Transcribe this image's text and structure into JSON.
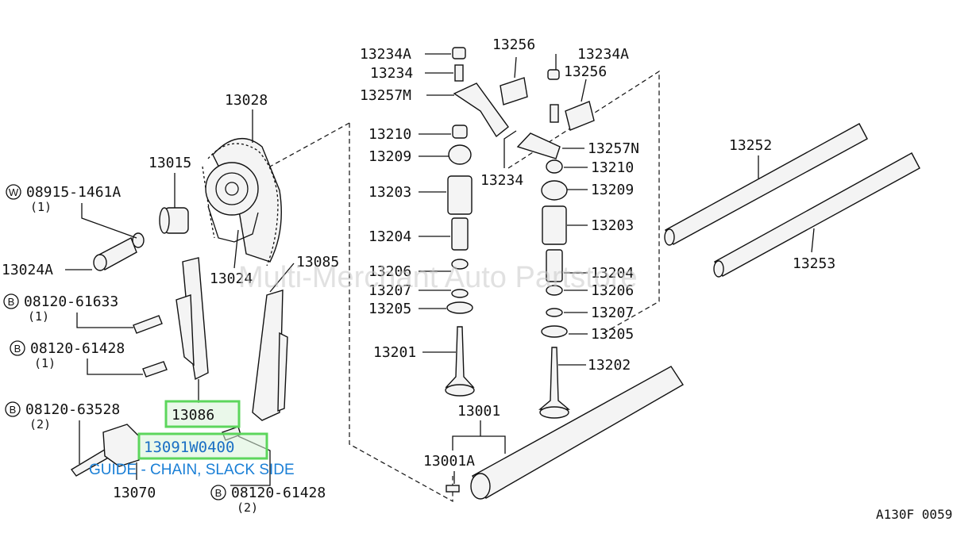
{
  "labels": {
    "l13234A_left": "13234A",
    "l13256_left": "13256",
    "l13234A_right": "13234A",
    "l13234_left": "13234",
    "l13256_right": "13256",
    "l13257M": "13257M",
    "l13028": "13028",
    "l13210_left": "13210",
    "l13257N": "13257N",
    "l13209_left": "13209",
    "l13210_right": "13210",
    "l13015": "13015",
    "l13234_center": "13234",
    "l13252": "13252",
    "l13203_left": "13203",
    "l13209_right": "13209",
    "l13203_right": "13203",
    "l13204_left": "13204",
    "l13024A": "13024A",
    "l13024": "13024",
    "l13085": "13085",
    "l13253": "13253",
    "l13206_left": "13206",
    "l13204_right": "13204",
    "l13207_left": "13207",
    "l13206_right": "13206",
    "l13205_left": "13205",
    "l13207_right": "13207",
    "l13205_right": "13205",
    "l13201": "13201",
    "l13202": "13202",
    "l13001": "13001",
    "l13001A": "13001A",
    "l13070": "13070",
    "bolt_w_code": "08915-1461A",
    "bolt_w_qty": "(1)",
    "bolt_b1_code": "08120-61633",
    "bolt_b1_qty": "(1)",
    "bolt_b2_code": "08120-61428",
    "bolt_b2_qty": "(1)",
    "bolt_b3_code": "08120-63528",
    "bolt_b3_qty": "(2)",
    "bolt_b4_code": "08120-61428",
    "bolt_b4_qty": "(2)"
  },
  "prefix": {
    "w": "W",
    "b": "B"
  },
  "highlight": {
    "part_13086": "13086",
    "part_13091": "13091W0400",
    "description": "GUIDE - CHAIN, SLACK SIDE",
    "box_color": "#5cd65c"
  },
  "watermark": "Multi-Merchant Auto Partstore",
  "figure_ref": "A130F 0059"
}
